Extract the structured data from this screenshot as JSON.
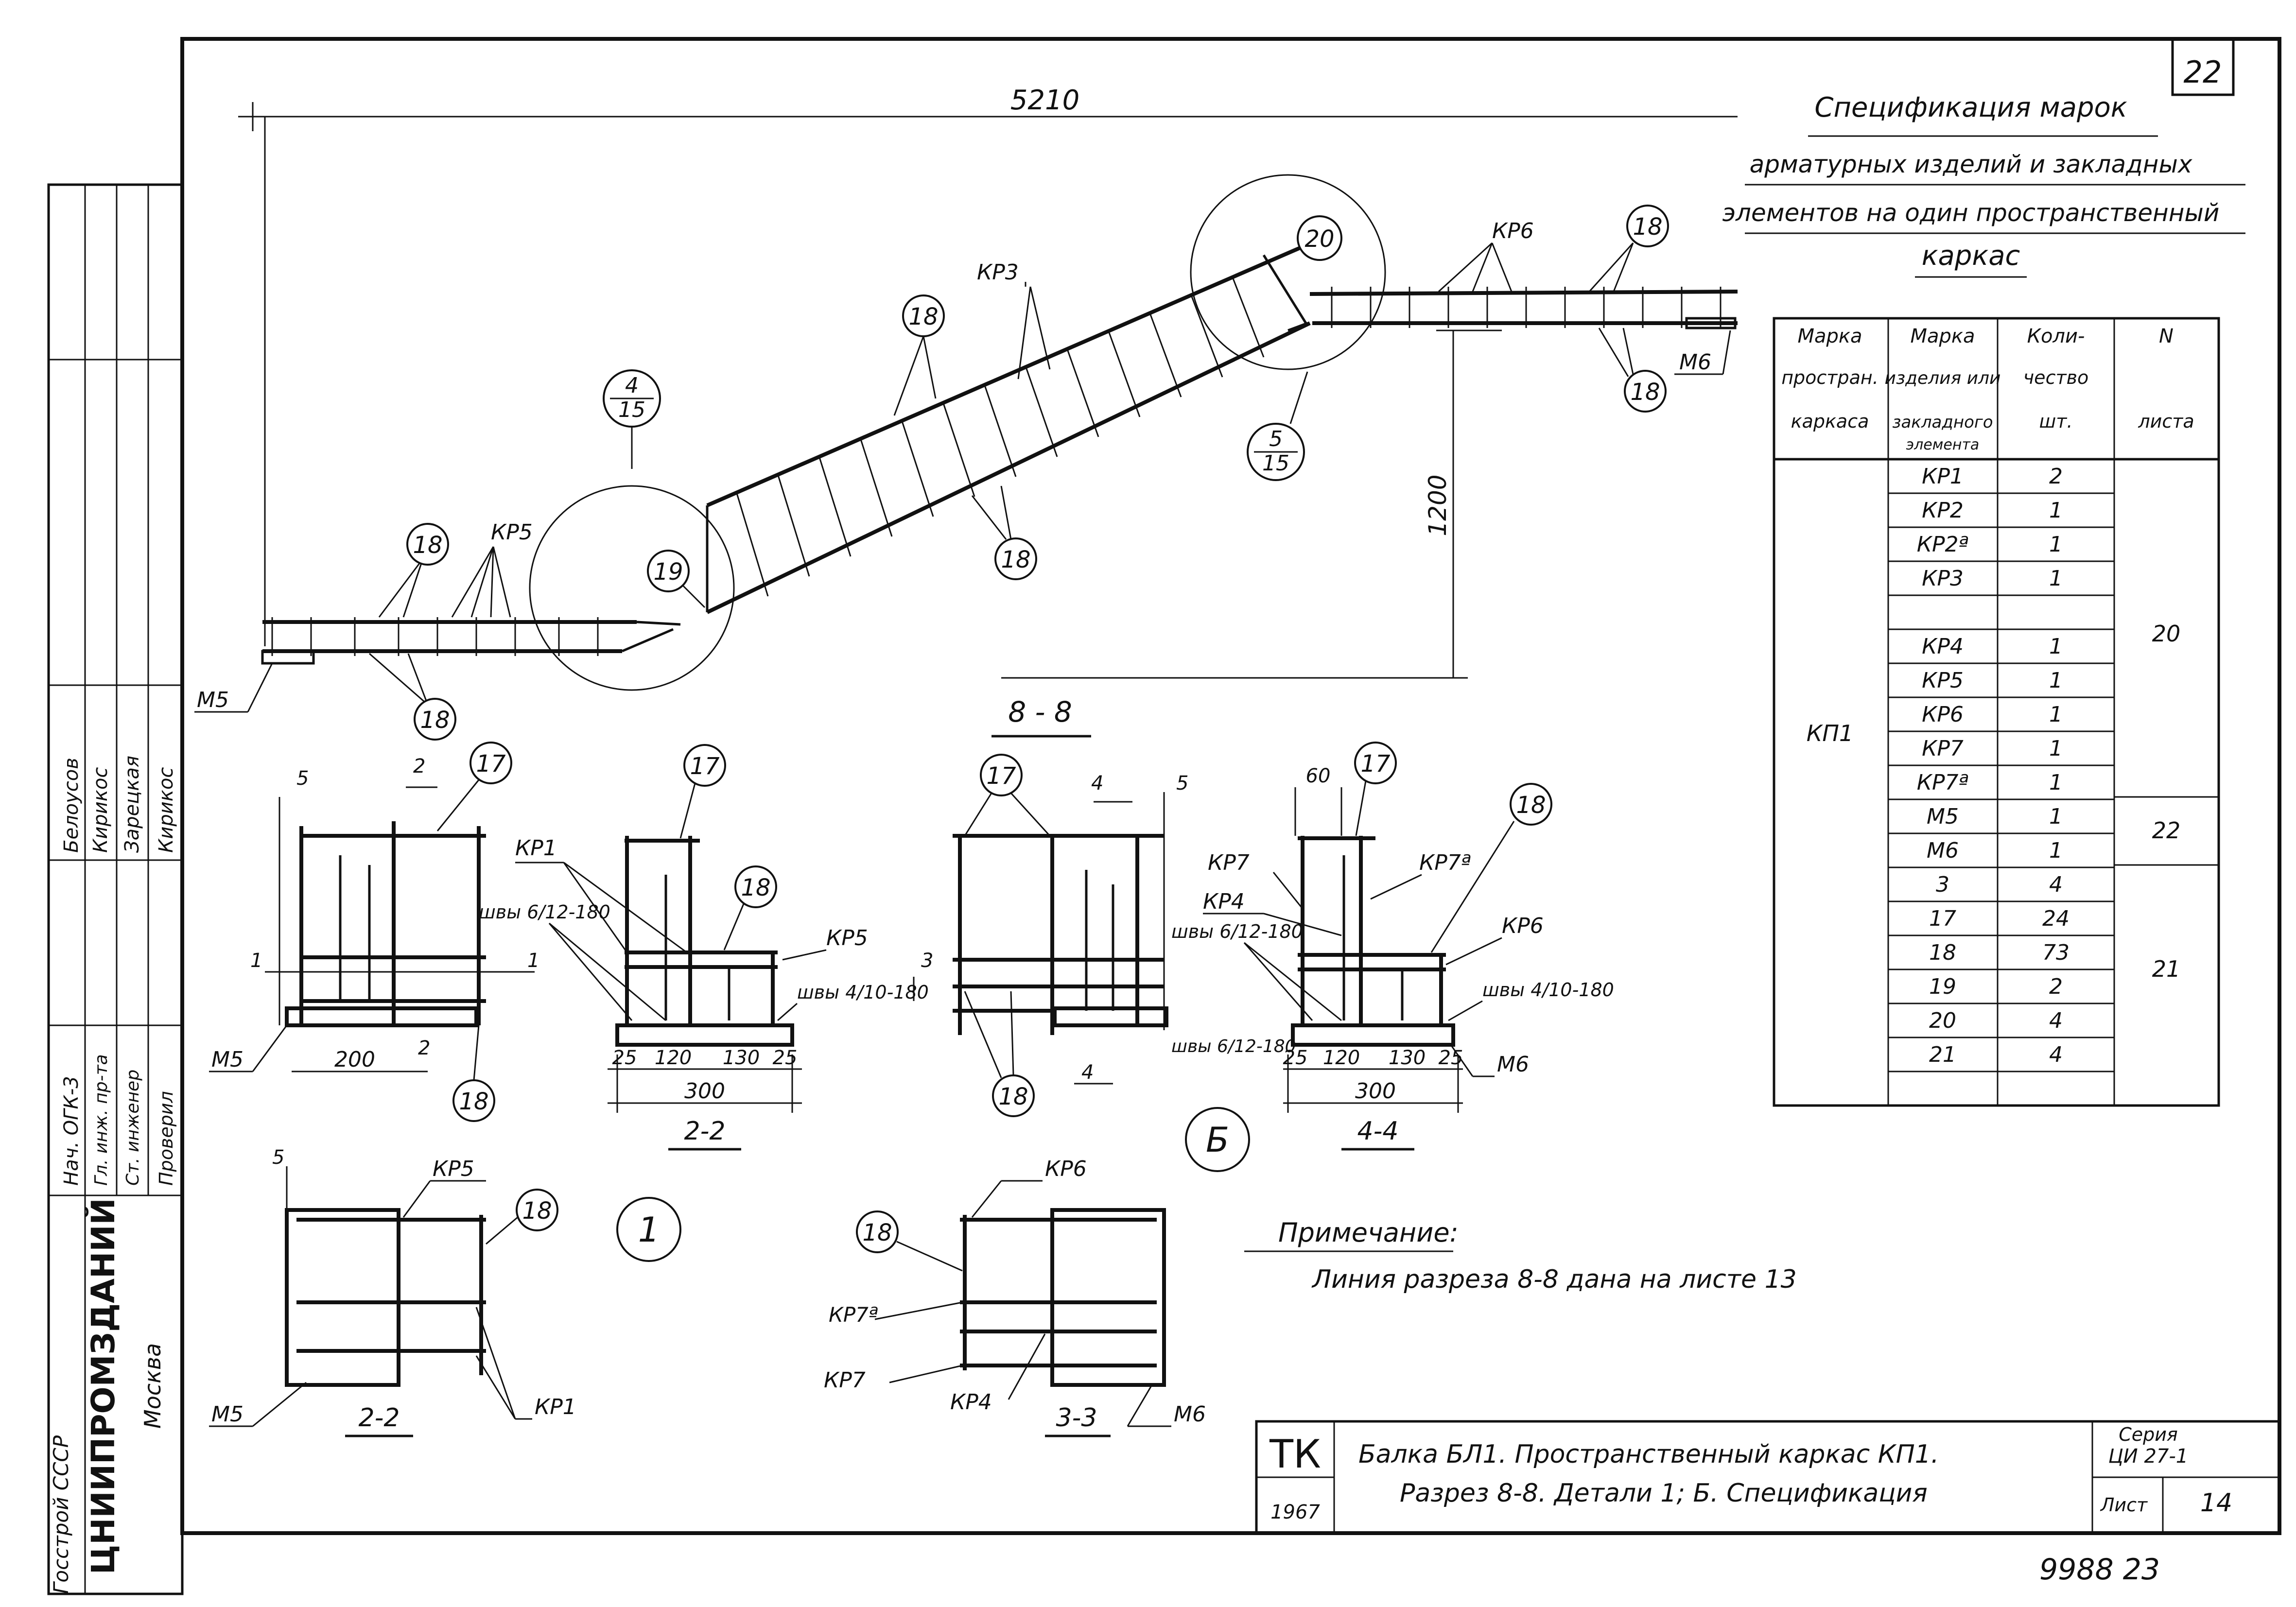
{
  "sheet_number": "22",
  "dims": {
    "length": "5210",
    "height": "1200"
  },
  "section_88": "8 - 8",
  "bubbles": {
    "n18": "18",
    "n17": "17",
    "n19": "19",
    "n20": "20",
    "ref_a_top": "4",
    "ref_a_bot": "15",
    "ref_b_top": "5",
    "ref_b_bot": "15",
    "detail_1": "1",
    "detail_b": "Б"
  },
  "marks": {
    "kr1": "КР1",
    "kr3": "КР3",
    "kr4": "КР4",
    "kr5": "КР5",
    "kr6": "КР6",
    "kr7": "КР7",
    "kr7a": "КР7ª",
    "m5": "М5",
    "m6": "М6"
  },
  "welds": {
    "w612": "швы 6/12-180",
    "w410": "швы 4/10-180"
  },
  "detail_dims": {
    "d200": "200",
    "d2": "2",
    "d5": "5",
    "d1": "1",
    "d3": "3",
    "d4": "4",
    "d60": "60",
    "d25": "25",
    "d120": "120",
    "d130": "130",
    "d300": "300"
  },
  "section_labels": {
    "s22": "2-2",
    "s44": "4-4",
    "s33": "3-3"
  },
  "spec": {
    "title_lines": [
      "Спецификация марок",
      "арматурных изделий и закладных",
      "элементов на один пространственный",
      "каркас"
    ],
    "headers": [
      [
        "Марка",
        "простран.",
        "каркаса"
      ],
      [
        "Марка",
        "изделия или",
        "закладного",
        "элемента"
      ],
      [
        "Коли-",
        "чество",
        "шт."
      ],
      [
        "N",
        "листа"
      ]
    ],
    "frame": "КП1",
    "rows": [
      {
        "mark": "КР1",
        "qty": "2"
      },
      {
        "mark": "КР2",
        "qty": "1"
      },
      {
        "mark": "КР2ª",
        "qty": "1"
      },
      {
        "mark": "КР3",
        "qty": "1"
      },
      {
        "mark": "",
        "qty": ""
      },
      {
        "mark": "КР4",
        "qty": "1"
      },
      {
        "mark": "КР5",
        "qty": "1"
      },
      {
        "mark": "КР6",
        "qty": "1"
      },
      {
        "mark": "КР7",
        "qty": "1"
      },
      {
        "mark": "КР7ª",
        "qty": "1"
      },
      {
        "mark": "М5",
        "qty": "1"
      },
      {
        "mark": "М6",
        "qty": "1"
      },
      {
        "mark": "3",
        "qty": "4"
      },
      {
        "mark": "17",
        "qty": "24"
      },
      {
        "mark": "18",
        "qty": "73"
      },
      {
        "mark": "19",
        "qty": "2"
      },
      {
        "mark": "20",
        "qty": "4"
      },
      {
        "mark": "21",
        "qty": "4"
      },
      {
        "mark": "",
        "qty": ""
      }
    ],
    "sheet_groups": [
      "20",
      "22",
      "21"
    ]
  },
  "note": {
    "title": "Примечание:",
    "text": "Линия разреза 8-8 дана на листе 13"
  },
  "stamp": {
    "org_top": "Госстрой СССР",
    "org_name": "ЦНИИПРОМЗДАНИЙ",
    "org_city": "Москва",
    "roles": [
      "Нач. ОГК-3",
      "Гл. инж. пр-та",
      "Ст. инженер",
      "Проверил"
    ],
    "names": [
      "Белоусов",
      "Кирикос",
      "Зарецкая",
      "Кирикос"
    ],
    "tk": "ТК",
    "year": "1967",
    "title1": "Балка БЛ1. Пространственный каркас КП1.",
    "title2": "Разрез 8-8. Детали 1; Б. Спецификация",
    "series_label": "Серия",
    "series": "ЦИ 27-1",
    "sheet_label": "Лист",
    "sheet": "14"
  },
  "bottom_number": "9988 23"
}
